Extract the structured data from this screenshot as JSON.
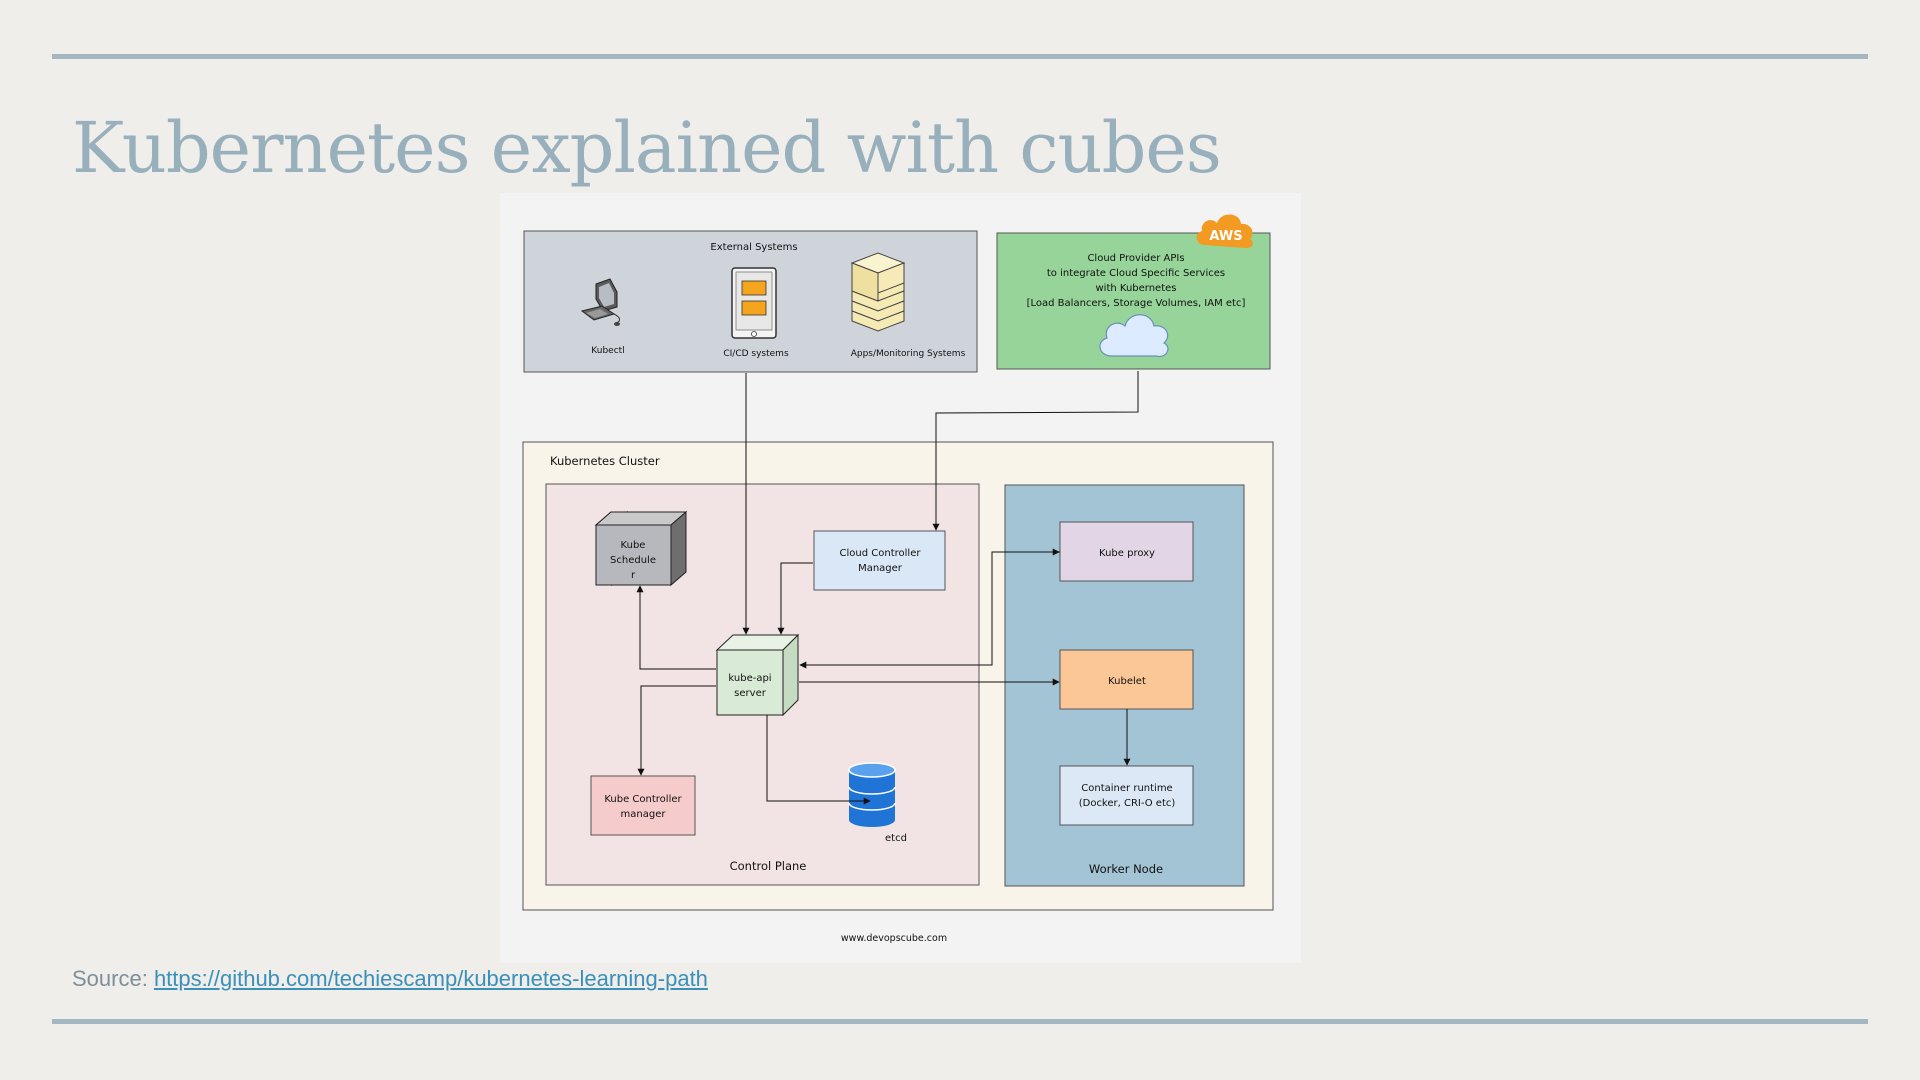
{
  "slide": {
    "title": "Kubernetes explained with cubes",
    "source_label": "Source: ",
    "source_link": "https://github.com/techiescamp/kubernetes-learning-path"
  },
  "diagram": {
    "external_systems": {
      "title": "External Systems",
      "kubectl": "Kubectl",
      "cicd": "CI/CD systems",
      "apps": "Apps/Monitoring Systems"
    },
    "cloud_provider": {
      "badge": "AWS",
      "lines": [
        "Cloud Provider APIs",
        "to integrate Cloud Specific Services",
        "with Kubernetes",
        "[Load Balancers, Storage Volumes, IAM etc]"
      ]
    },
    "cluster": {
      "title": "Kubernetes Cluster",
      "control_plane": "Control Plane",
      "worker_node": "Worker Node",
      "kube_scheduler": [
        "Kube",
        "Schedule",
        "r"
      ],
      "cloud_controller": [
        "Cloud Controller",
        "Manager"
      ],
      "api_server": [
        "kube-api",
        "server"
      ],
      "kube_controller": [
        "Kube Controller",
        "manager"
      ],
      "etcd": "etcd",
      "kube_proxy": "Kube proxy",
      "kubelet": "Kubelet",
      "container_runtime": [
        "Container runtime",
        "(Docker, CRI-O etc)"
      ]
    },
    "footer": "www.devopscube.com"
  },
  "colors": {
    "external_bg": "#cfd4db",
    "cloud_bg": "#96d49a",
    "cluster_bg": "#f8f4ea",
    "control_plane_bg": "#f2e4e4",
    "worker_bg": "#a2c4d4",
    "cloud_controller_bg": "#d9e7f7",
    "api_server_bg": "#d9ebd6",
    "kube_controller_bg": "#f6cbcb",
    "kube_proxy_bg": "#e2d6e6",
    "kubelet_bg": "#fcc796",
    "container_runtime_bg": "#dde8f6",
    "aws_badge": "#f39a22",
    "etcd": "#1f74d6"
  },
  "icons": [
    "computer-icon",
    "tablet-icon",
    "server-stack-icon",
    "cloud-icon",
    "database-icon",
    "cube-icon"
  ]
}
